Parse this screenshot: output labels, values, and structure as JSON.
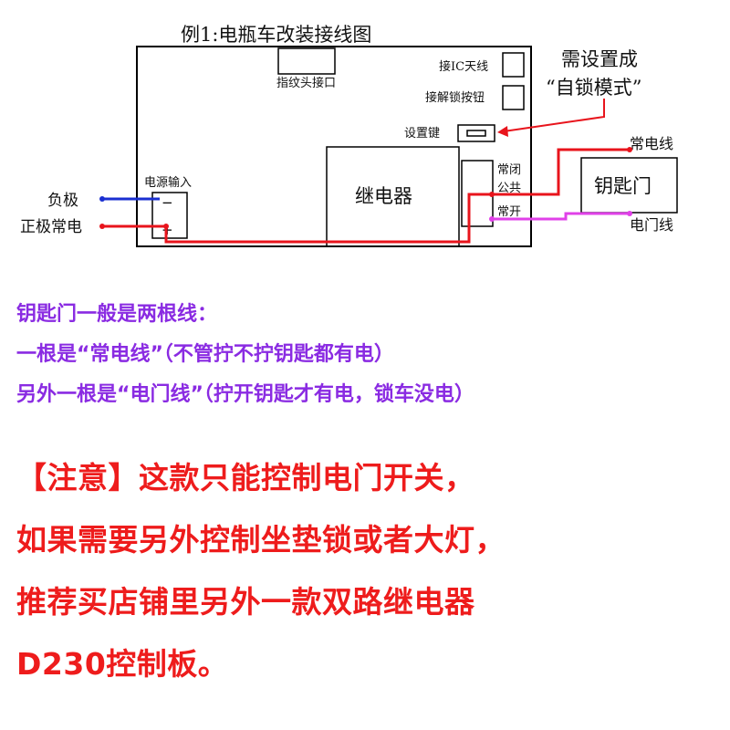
{
  "diagram": {
    "title": "例1:电瓶车改装接线图",
    "fingerprint_port": "指纹头接口",
    "ic_antenna": "接IC天线",
    "unlock_button": "接解锁按钮",
    "setting_key": "设置键",
    "relay": "继电器",
    "nc": "常闭",
    "common": "公共",
    "no": "常开",
    "power_input": "电源输入",
    "minus_sign": "−",
    "plus_sign": "+",
    "negative": "负极",
    "positive": "正极常电",
    "key_switch": "钥匙门",
    "always_on_wire": "常电线",
    "ignition_wire": "电门线",
    "callout_line1": "需设置成",
    "callout_line2": "“自锁模式”"
  },
  "notes": {
    "line1": "钥匙门一般是两根线：",
    "line2": "一根是“常电线”（不管拧不拧钥匙都有电）",
    "line3": "另外一根是“电门线”（拧开钥匙才有电，锁车没电）"
  },
  "warning": {
    "line1": "【注意】这款只能控制电门开关，",
    "line2": "如果需要另外控制坐垫锁或者大灯，",
    "line3": "推荐买店铺里另外一款双路继电器",
    "line4": "D230控制板。"
  },
  "colors": {
    "red_wire": "#e8141c",
    "blue_wire": "#1a2fd1",
    "magenta_wire": "#e040e8",
    "purple_text": "#8a2be2",
    "warning_red": "#ee1c1c"
  }
}
